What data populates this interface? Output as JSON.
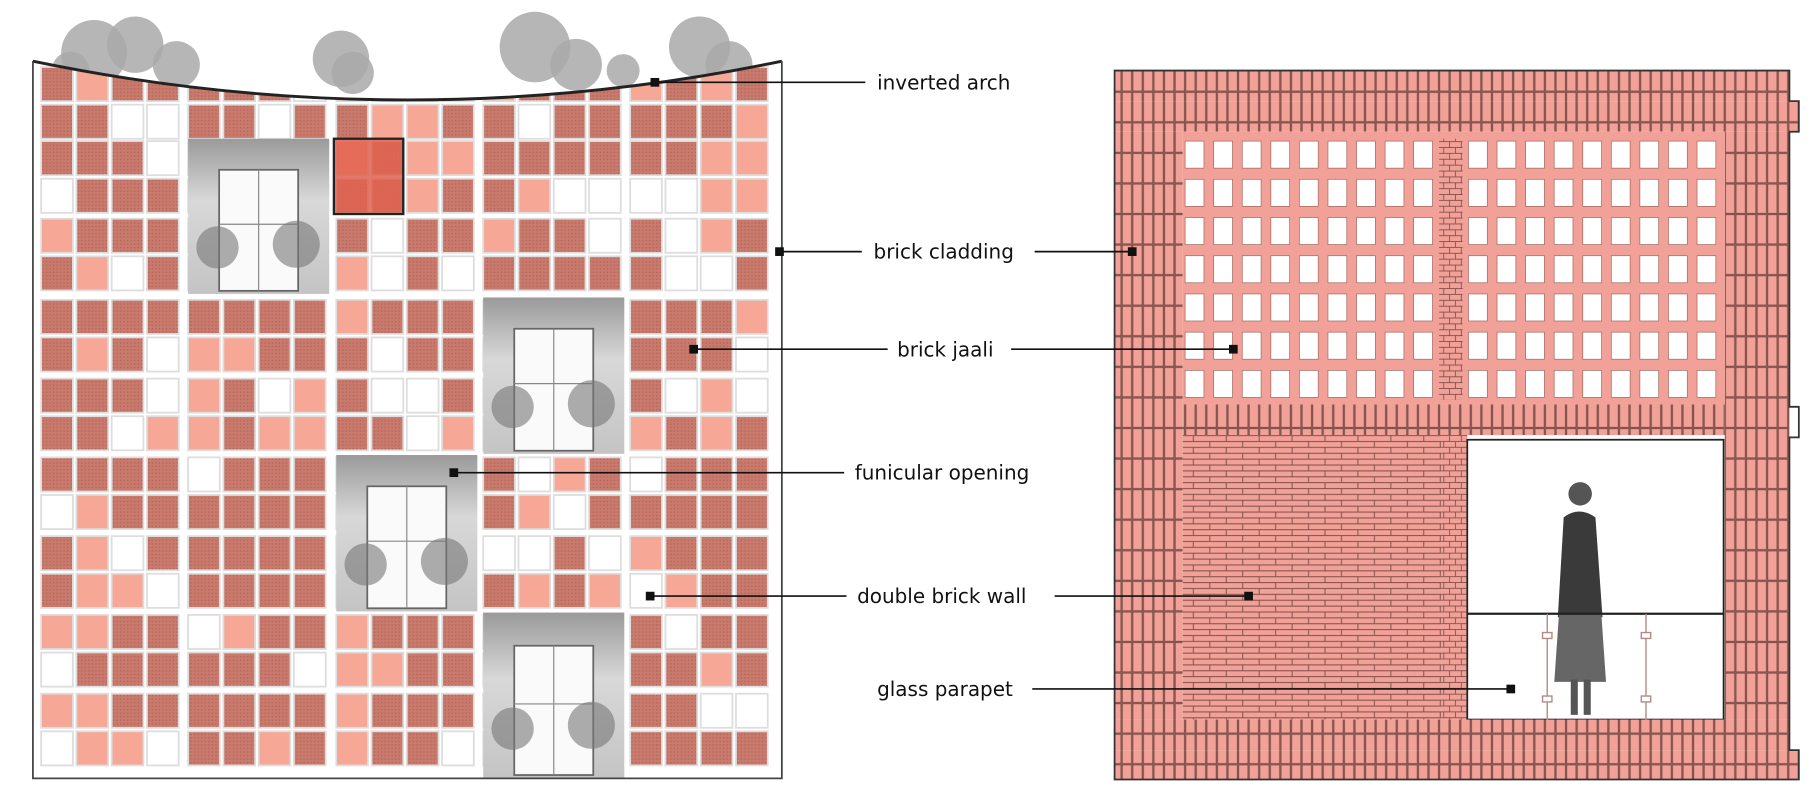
{
  "labels": {
    "inverted_arch": "inverted arch",
    "brick_cladding": "brick cladding",
    "brick_jaali": "brick jaali",
    "funicular_opening": "funicular opening",
    "double_brick_wall": "double brick wall",
    "glass_parapet": "glass parapet"
  },
  "colors": {
    "brick_dark": "#c97a6c",
    "brick_light": "#f7a796",
    "brick_wall": "#f1a197",
    "mortar": "#7d4d47",
    "highlight": "#e0624f"
  }
}
